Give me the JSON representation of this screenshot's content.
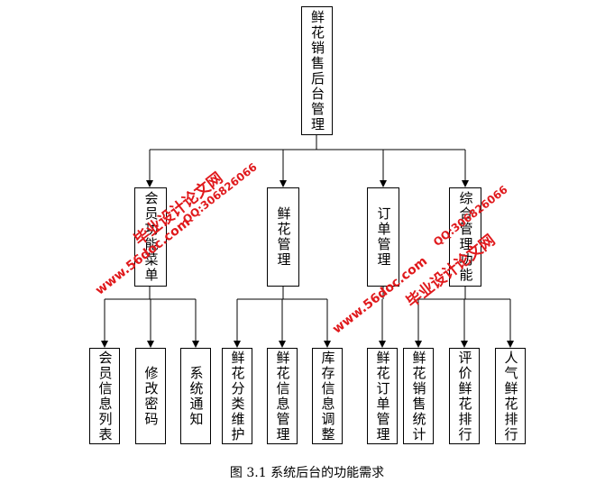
{
  "root": {
    "label": "鲜花销售后台管理"
  },
  "modules": [
    {
      "label": "会员功能菜单",
      "children": [
        "会员信息列表",
        "修改密码",
        "系统通知"
      ]
    },
    {
      "label": "鲜花管理",
      "children": [
        "鲜花分类维护",
        "鲜花信息管理",
        "库存信息调整"
      ]
    },
    {
      "label": "订单管理",
      "children": [
        "鲜花订单管理"
      ]
    },
    {
      "label": "综合管理功能",
      "children": [
        "鲜花销售统计",
        "评价鲜花排行",
        "人气鲜花排行"
      ]
    }
  ],
  "caption": "图 3.1  系统后台的功能需求",
  "watermarks": [
    "毕业设计论文网",
    "www.56doc.com",
    "QQ:306826066"
  ],
  "colors": {
    "line": "#000000",
    "watermark": "#e0191c"
  }
}
